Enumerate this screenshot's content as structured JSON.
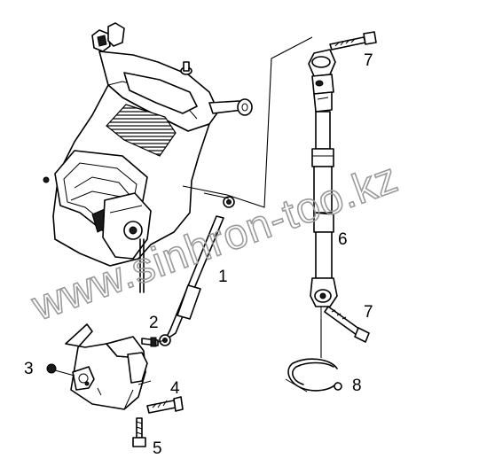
{
  "watermark": "www.sinhron-too.kz",
  "callouts": {
    "c1": "1",
    "c2": "2",
    "c3": "3",
    "c4": "4",
    "c5": "5",
    "c6": "6",
    "c7a": "7",
    "c7b": "7",
    "c8": "8"
  },
  "colors": {
    "line": "#000000",
    "background": "#ffffff",
    "watermark": "#9a9a9a"
  }
}
